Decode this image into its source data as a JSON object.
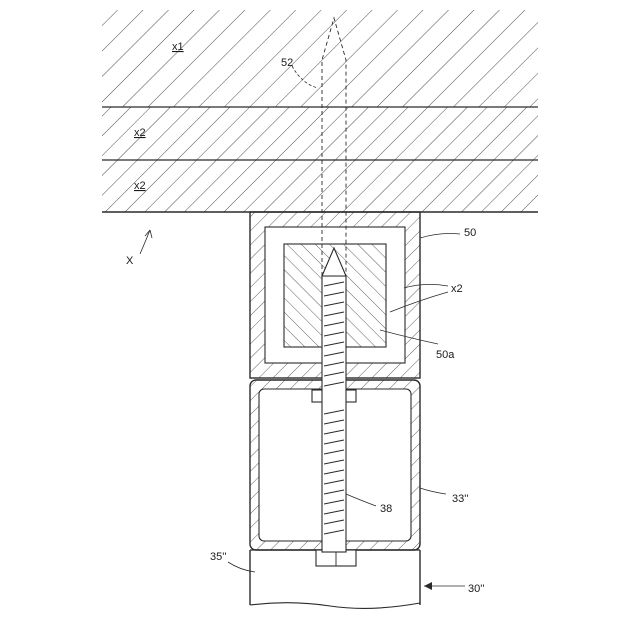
{
  "labels": {
    "layer_top": "x1",
    "layer_mid": "x2",
    "layer_low": "x2",
    "member_50": "50",
    "material_x2": "x2",
    "inner_50a": "50a",
    "path_52": "52",
    "screw_38": "38",
    "arrow_x": "X",
    "tube_33": "33''",
    "body_35": "35''",
    "body_30": "30''"
  },
  "colors": {
    "line": "#2a2a2a",
    "background": "#ffffff"
  }
}
